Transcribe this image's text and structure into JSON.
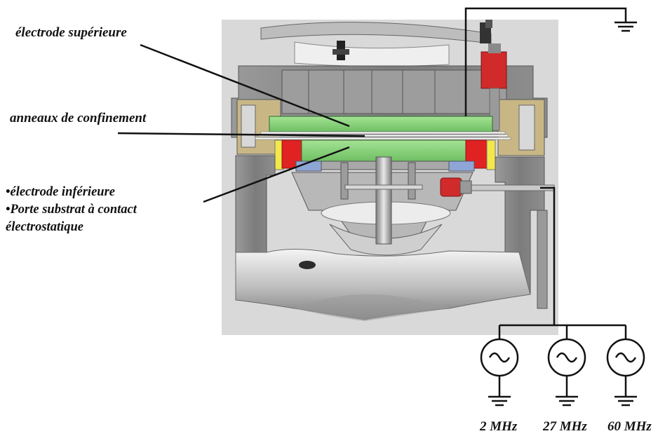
{
  "labels": {
    "upper_electrode": "électrode supérieure",
    "confinement_rings": "anneaux de confinement",
    "lower_electrode": "•électrode inférieure",
    "substrate_holder_line1": "•Porte substrat  à contact",
    "substrate_holder_line2": "électrostatique"
  },
  "rf_sources": [
    {
      "frequency": "2 MHz"
    },
    {
      "frequency": "27 MHz"
    },
    {
      "frequency": "60 MHz"
    }
  ],
  "colors": {
    "electrode_green": "#86d27a",
    "chamber_grey": "#8c8c8c",
    "frame_bg": "#d9d9d9",
    "ring_red": "#e02222",
    "ring_yellow": "#f2e84a",
    "wire": "#111111"
  }
}
